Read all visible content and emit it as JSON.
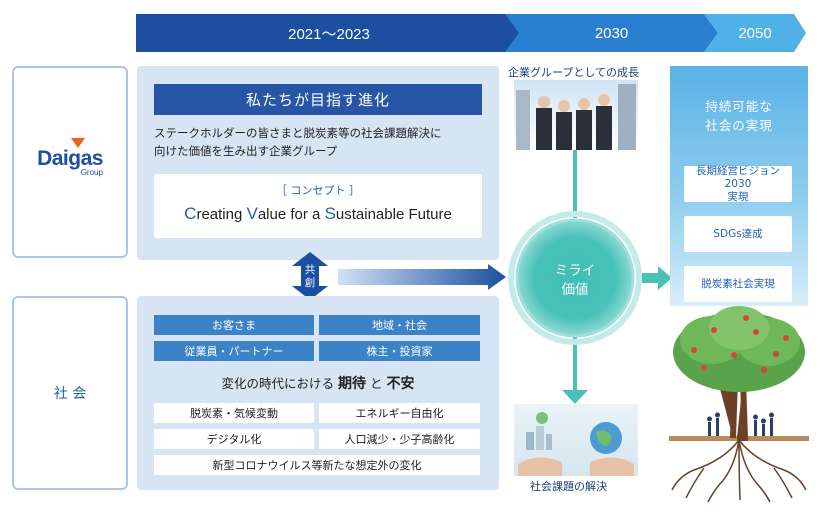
{
  "timeline": [
    "2021～2023",
    "2030",
    "2050"
  ],
  "logo": {
    "main": "Daigas",
    "sub": "Group"
  },
  "society_label": "社 会",
  "evolution": {
    "title": "私たちが目指す進化",
    "description_line1": "ステークホルダーの皆さまと脱炭素等の社会課題解決に",
    "description_line2": "向けた価値を生み出す企業グループ",
    "concept_label": "［ コンセプト ］",
    "concept_parts": [
      {
        "cap": "C",
        "rest": "reating "
      },
      {
        "cap": "V",
        "rest": "alue for a "
      },
      {
        "cap": "S",
        "rest": "ustainable Future"
      }
    ]
  },
  "kyoso": [
    "共",
    "創"
  ],
  "stakeholders": [
    "お客さま",
    "地域・社会",
    "従業員・パートナー",
    "株主・投資家"
  ],
  "era": {
    "prefix": "変化の時代における ",
    "expect": "期待",
    "and": " と ",
    "anxiety": "不安"
  },
  "changes": [
    "脱炭素・気候変動",
    "エネルギー自由化",
    "デジタル化",
    "人口減少・少子高齢化",
    "新型コロナウイルス等新たな想定外の変化"
  ],
  "center": [
    "ミライ",
    "価値"
  ],
  "captions": {
    "top": "企業グループとしての成長",
    "bottom": "社会課題の解決"
  },
  "goal": {
    "title_line1": "持続可能な",
    "title_line2": "社会の実現",
    "items": [
      [
        "長期経営ビジョン2030",
        "実現"
      ],
      [
        "SDGs達成"
      ],
      [
        "脱炭素社会実現"
      ]
    ]
  },
  "colors": {
    "navy": "#1c4fa0",
    "blue": "#2a7fd1",
    "sky": "#4fb1e6",
    "teal": "#3fbfb3"
  }
}
